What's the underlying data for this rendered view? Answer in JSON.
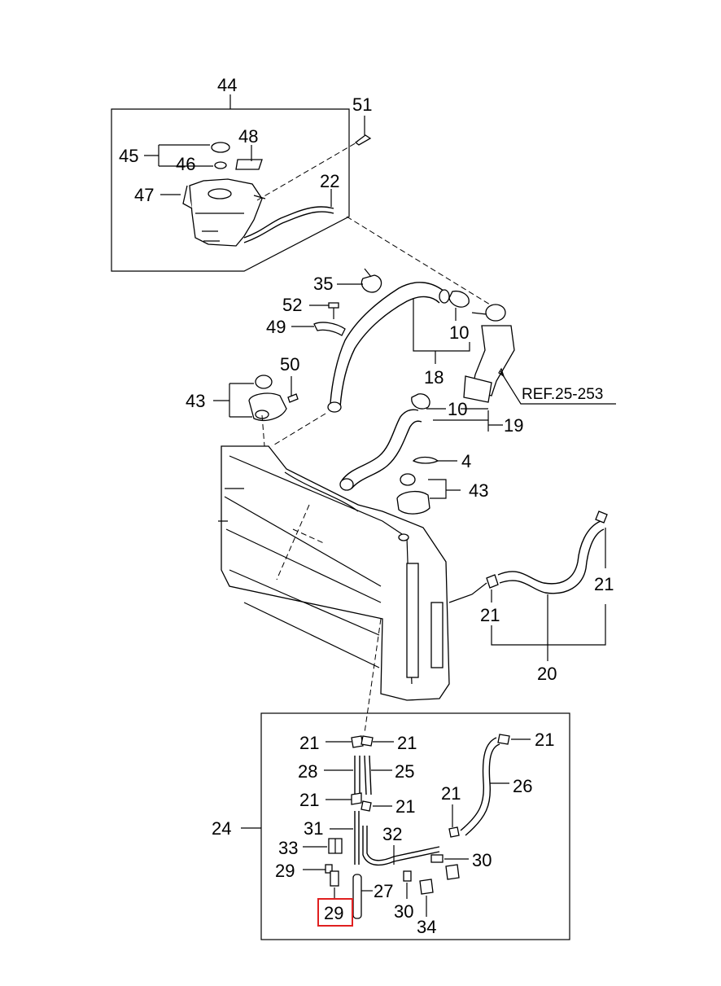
{
  "labels": {
    "l44": "44",
    "l51": "51",
    "l48": "48",
    "l45": "45",
    "l46": "46",
    "l47": "47",
    "l22": "22",
    "l35": "35",
    "l52": "52",
    "l49": "49",
    "l10a": "10",
    "l18": "18",
    "l50": "50",
    "l43a": "43",
    "l10b": "10",
    "l19": "19",
    "l4": "4",
    "l43b": "43",
    "l21a": "21",
    "l21b": "21",
    "l20": "20",
    "l21c": "21",
    "l21d": "21",
    "l21e": "21",
    "l28": "28",
    "l25": "25",
    "l26": "26",
    "l21f": "21",
    "l21g": "21",
    "l21h": "21",
    "l24": "24",
    "l31": "31",
    "l32": "32",
    "l33": "33",
    "l30a": "30",
    "l29a": "29",
    "l27": "27",
    "l29b": "29",
    "l30b": "30",
    "l34": "34"
  },
  "ref": "REF.25-253",
  "highlight": {
    "color": "#e02020",
    "part": "29"
  }
}
